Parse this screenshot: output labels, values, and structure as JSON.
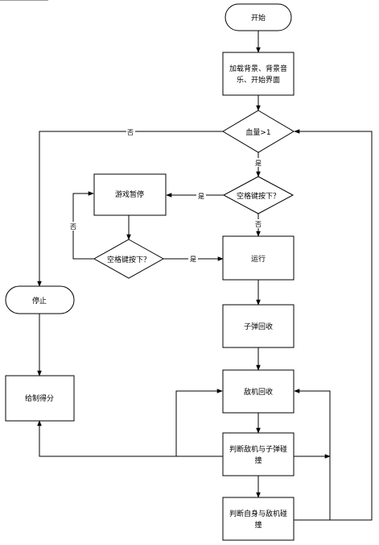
{
  "nodes": {
    "start": "开始",
    "load": [
      "加载背景、背景音",
      "乐、开始界面"
    ],
    "hp_check": "血量>1",
    "space_check_1": "空格键按下？",
    "pause": "游戏暂停",
    "space_check_2": "空格键按下？",
    "run": "运行",
    "stop": "停止",
    "bullet_recycle": "子弹回收",
    "enemy_recycle": "敌机回收",
    "draw_score": "给制得分",
    "enemy_bullet_hit": [
      "判断敌机与子弹碰",
      "撞"
    ],
    "self_enemy_hit": [
      "判断自身与敌机碰",
      "撞"
    ]
  },
  "edge_labels": {
    "hp_no": "否",
    "hp_yes": "是",
    "space1_yes": "是",
    "space1_no": "否",
    "space2_no": "否",
    "space2_yes": "是"
  }
}
